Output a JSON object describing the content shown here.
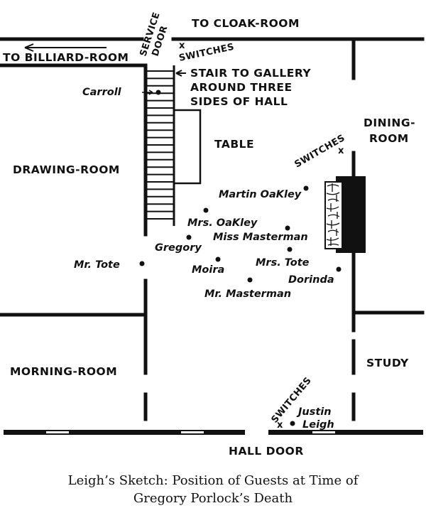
{
  "rooms": {
    "cloak_room": "TO CLOAK-ROOM",
    "billiard_room": "TO BILLIARD-ROOM",
    "service_door_1": "SERVICE",
    "service_door_2": "DOOR",
    "drawing_room": "DRAWING-ROOM",
    "dining_room_1": "DINING-",
    "dining_room_2": "ROOM",
    "morning_room": "MORNING-ROOM",
    "study": "STUDY",
    "hall_door": "HALL DOOR"
  },
  "features": {
    "stair_1": "STAIR TO GALLERY",
    "stair_2": "AROUND THREE",
    "stair_3": "SIDES OF HALL",
    "table": "TABLE",
    "switches": "SWITCHES",
    "switch_mark": "x"
  },
  "guests": {
    "carroll": "Carroll",
    "martin_oakley": "Martin OaKley",
    "mrs_oakley": "Mrs. OaKley",
    "miss_masterman": "Miss Masterman",
    "gregory": "Gregory",
    "mr_tote": "Mr. Tote",
    "moira": "Moira",
    "mrs_tote": "Mrs. Tote",
    "dorinda": "Dorinda",
    "mr_masterman": "Mr. Masterman",
    "justin": "Justin",
    "leigh": "Leigh"
  },
  "caption": {
    "line1": "Leigh’s Sketch: Position of Guests at Time of",
    "line2": "Gregory Porlock’s Death"
  }
}
